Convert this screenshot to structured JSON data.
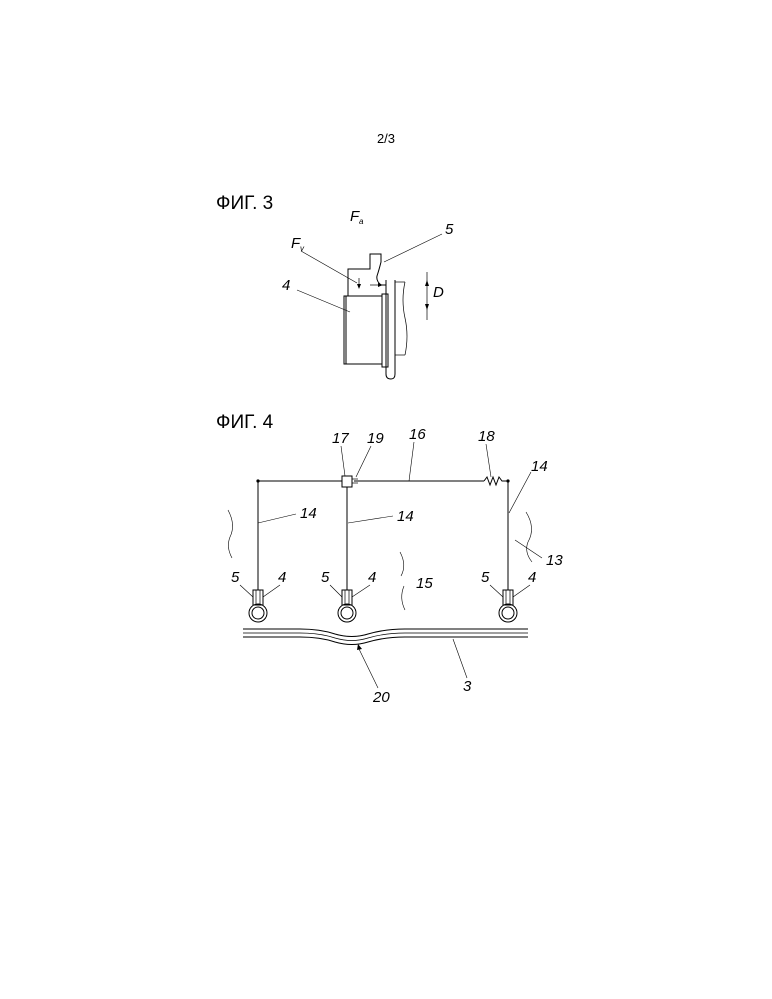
{
  "page_number": "2/3",
  "figure3": {
    "title": "ФИГ. 3",
    "labels": {
      "Fa_main": "F",
      "Fa_sub": "a",
      "Fv_main": "F",
      "Fv_sub": "v",
      "part5": "5",
      "part4": "4",
      "D": "D"
    }
  },
  "figure4": {
    "title": "ФИГ. 4",
    "labels": {
      "l17": "17",
      "l19": "19",
      "l16": "16",
      "l18": "18",
      "l14_right": "14",
      "l14_left": "14",
      "l14_mid": "14",
      "l13": "13",
      "l15": "15",
      "l5_a": "5",
      "l4_a": "4",
      "l5_b": "5",
      "l4_b": "4",
      "l5_c": "5",
      "l4_c": "4",
      "l3": "3",
      "l20": "20"
    }
  }
}
